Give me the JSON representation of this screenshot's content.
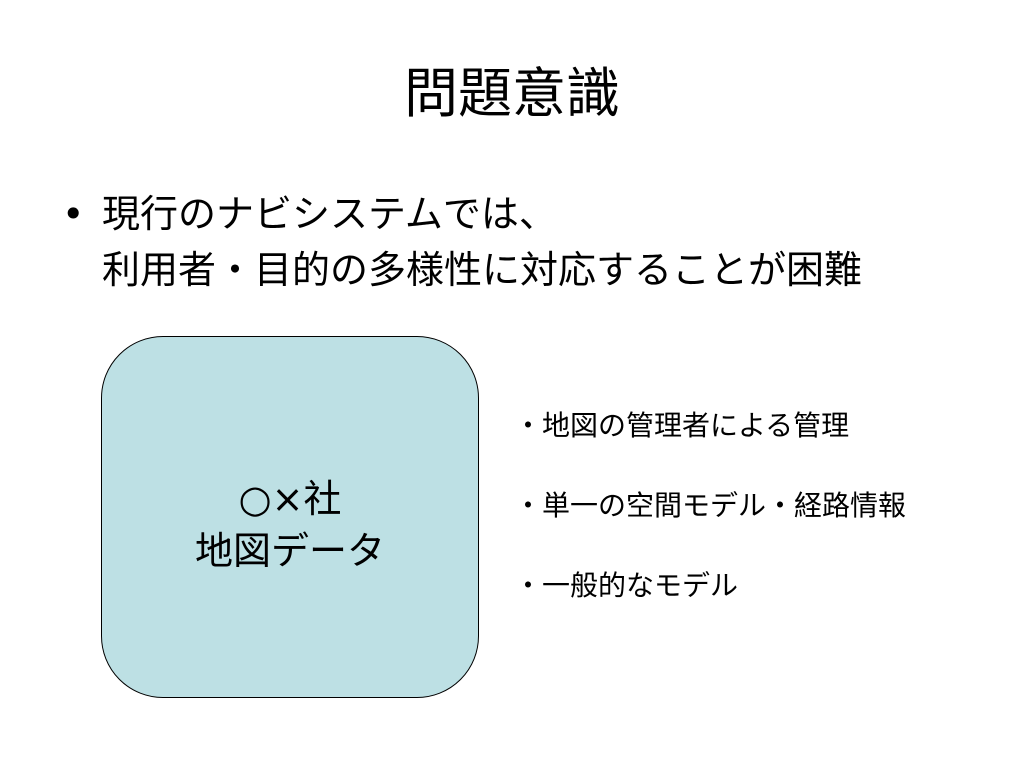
{
  "slide": {
    "title": "問題意識",
    "bullet": {
      "marker": "•",
      "lines": [
        "現行のナビシステムでは、",
        "利用者・目的の多様性に対応することが困難"
      ]
    },
    "box": {
      "lines": [
        "○×社",
        "地図データ"
      ],
      "fill_color": "#bde0e4"
    },
    "features": {
      "marker": "・",
      "items": [
        "地図の管理者による管理",
        "単一の空間モデル・経路情報",
        "一般的なモデル"
      ]
    }
  }
}
